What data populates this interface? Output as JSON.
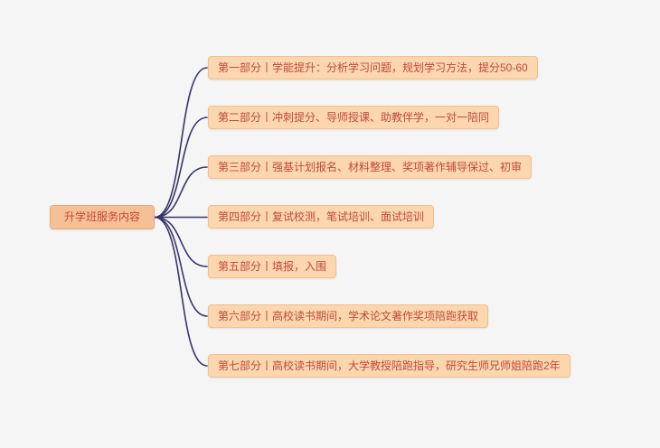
{
  "diagram": {
    "type": "mindmap",
    "root": {
      "label": "升学班服务内容"
    },
    "branches": [
      {
        "label": "第一部分丨学能提升：分析学习问题，规划学习方法，提分50-60"
      },
      {
        "label": "第二部分丨冲刺提分、导师授课、助教伴学，一对一陪同"
      },
      {
        "label": "第三部分丨强基计划报名、材料整理、奖项著作辅导保过、初审"
      },
      {
        "label": "第四部分丨复试校测，笔试培训、面试培训"
      },
      {
        "label": "第五部分丨填报，入围"
      },
      {
        "label": "第六部分丨高校读书期间，学术论文著作奖项陪跑获取"
      },
      {
        "label": "第七部分丨高校读书期间，大学教授陪跑指导，研究生师兄师姐陪跑2年"
      }
    ]
  },
  "colors": {
    "background": "#f5f5f5",
    "root_bg": "#f6c096",
    "root_border": "#eba973",
    "branch_bg": "#fbd6ae",
    "branch_border": "#f3c08a",
    "text": "#c04a3d",
    "connector": "#37356b"
  }
}
